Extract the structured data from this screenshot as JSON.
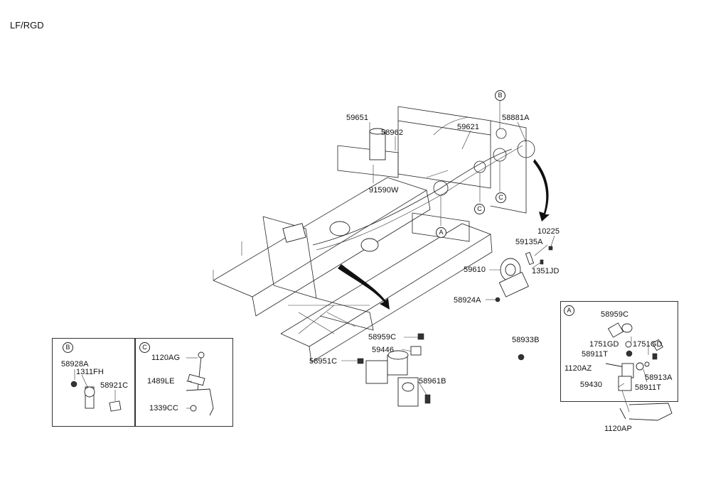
{
  "header": {
    "title": "LF/RGD"
  },
  "callouts": {
    "A": "A",
    "B": "B",
    "C": "C"
  },
  "main_labels": {
    "p59651": "59651",
    "p58962": "58962",
    "p59621": "59621",
    "p58881A": "58881A",
    "p91590W": "91590W",
    "p10225": "10225",
    "p59135A": "59135A",
    "p59610": "59610",
    "p1351JD": "1351JD",
    "p58924A": "58924A",
    "p58959C": "58959C",
    "p59446": "59446",
    "p58951C": "58951C",
    "p58961B": "58961B",
    "p58933B": "58933B"
  },
  "detail_b": {
    "p58928A": "58928A",
    "p1311FH": "1311FH",
    "p58921C": "58921C"
  },
  "detail_c": {
    "p1120AG": "1120AG",
    "p1489LE": "1489LE",
    "p1339CC": "1339CC"
  },
  "detail_a": {
    "p58959C": "58959C",
    "p1751GD_left": "1751GD",
    "p1751GD_right": "1751GD",
    "p58911T_top": "58911T",
    "p1120AZ": "1120AZ",
    "p58913A": "58913A",
    "p59430": "59430",
    "p58911T_bottom": "58911T",
    "p1120AP": "1120AP"
  }
}
